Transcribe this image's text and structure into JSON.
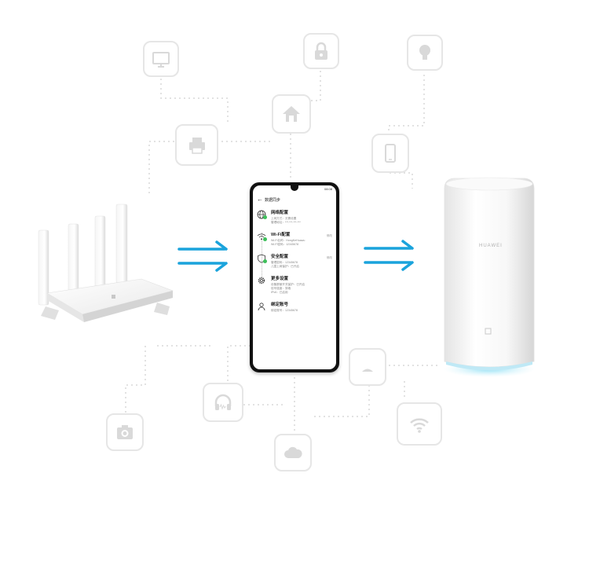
{
  "phone": {
    "status_left": "",
    "status_right": "08:08",
    "title": "数据同步",
    "items": [
      {
        "title": "网络配置",
        "lines": [
          "上网方式：无需设置",
          "管理地址：***.***.***.***"
        ],
        "edit": "",
        "icon": "globe-icon"
      },
      {
        "title": "Wi-Fi配置",
        "lines": [
          "Wi-Fi名称：HongKeHuawu",
          "Wi-Fi密码：12345678"
        ],
        "edit": "修改",
        "icon": "wifi-icon"
      },
      {
        "title": "安全配置",
        "lines": [
          "管理密码：12345678",
          "儿童上网保护：已开启"
        ],
        "edit": "修改",
        "icon": "shield-icon"
      },
      {
        "title": "更多设置",
        "lines": [
          "设备屏蔽开关保护：已开启",
          "信号强度：穿墙",
          "IPv6：已启用"
        ],
        "edit": "",
        "icon": "gear-icon"
      },
      {
        "title": "绑定账号",
        "lines": [
          "绑定账号：12345678"
        ],
        "edit": "",
        "icon": "user-icon"
      }
    ]
  },
  "cylinder": {
    "brand": "HUAWEI"
  },
  "colors": {
    "arrow": "#1aa3dc",
    "tile_border": "#e6e6e6",
    "icon_gray": "#d9d9d9",
    "check": "#3dbf5a"
  }
}
